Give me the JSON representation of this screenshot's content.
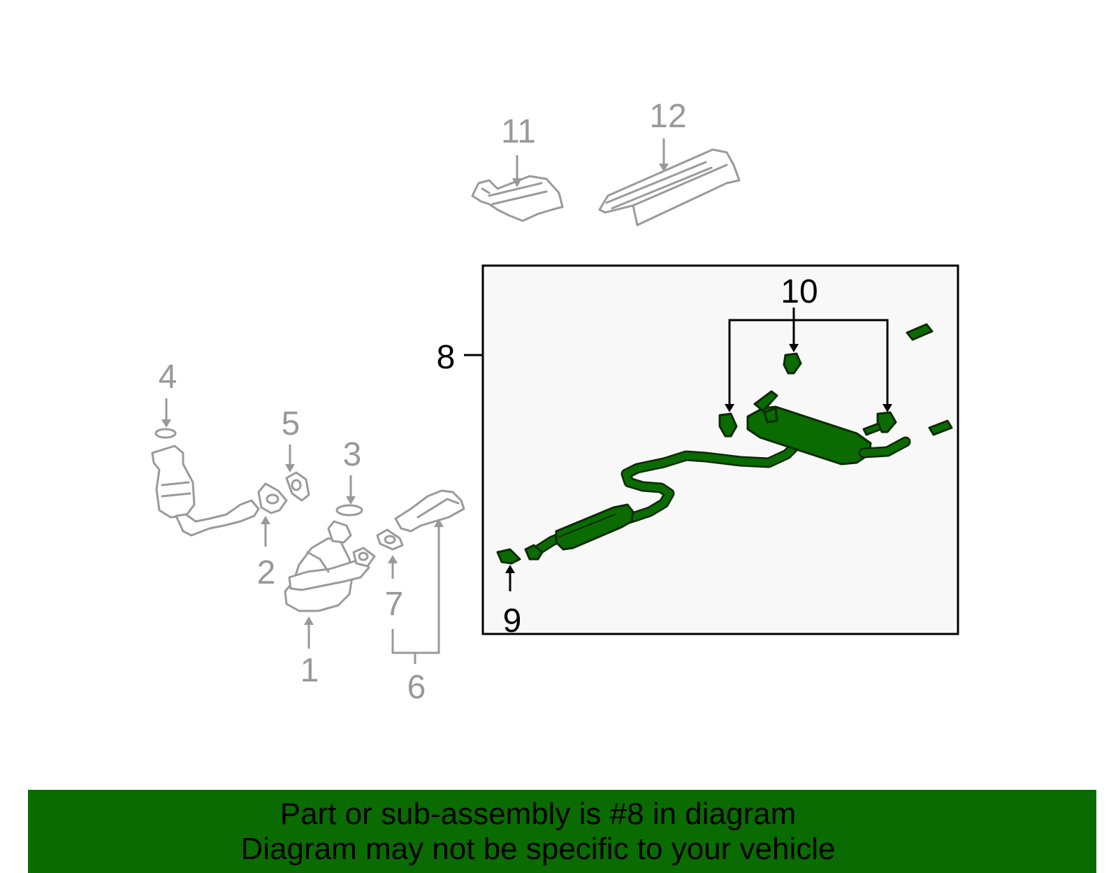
{
  "colors": {
    "highlight": "#0a6b00",
    "highlight_dark": "#0c2a05",
    "ghost_part": "#9a9a9a",
    "callout_grey": "#999999",
    "box_fill": "#f8f8f8"
  },
  "callouts": {
    "c1": "1",
    "c2": "2",
    "c3": "3",
    "c4": "4",
    "c5": "5",
    "c6": "6",
    "c7": "7",
    "c8": "8",
    "c9": "9",
    "c10": "10",
    "c11": "11",
    "c12": "12"
  },
  "footer": {
    "line1": "Part or sub-assembly is #8 in diagram",
    "line2": "Diagram may not be specific to your vehicle"
  }
}
